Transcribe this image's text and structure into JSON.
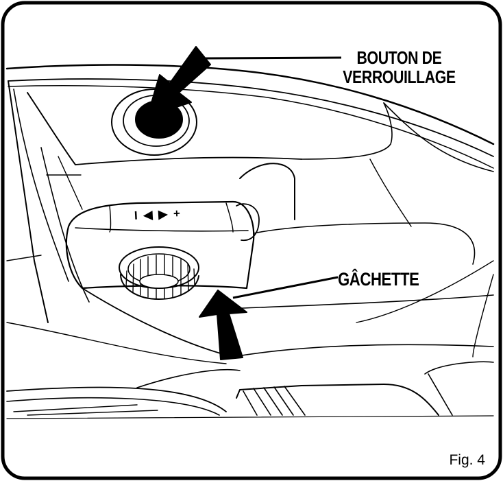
{
  "figure": {
    "lock_button_label": [
      "BOUTON DE",
      "VERROUILLAGE"
    ],
    "trigger_label": "GÂCHETTE",
    "direction_markers": "I ◀ ▶ +",
    "figure_number": "Fig. 4"
  },
  "colors": {
    "line": "#000000",
    "background": "#ffffff"
  }
}
